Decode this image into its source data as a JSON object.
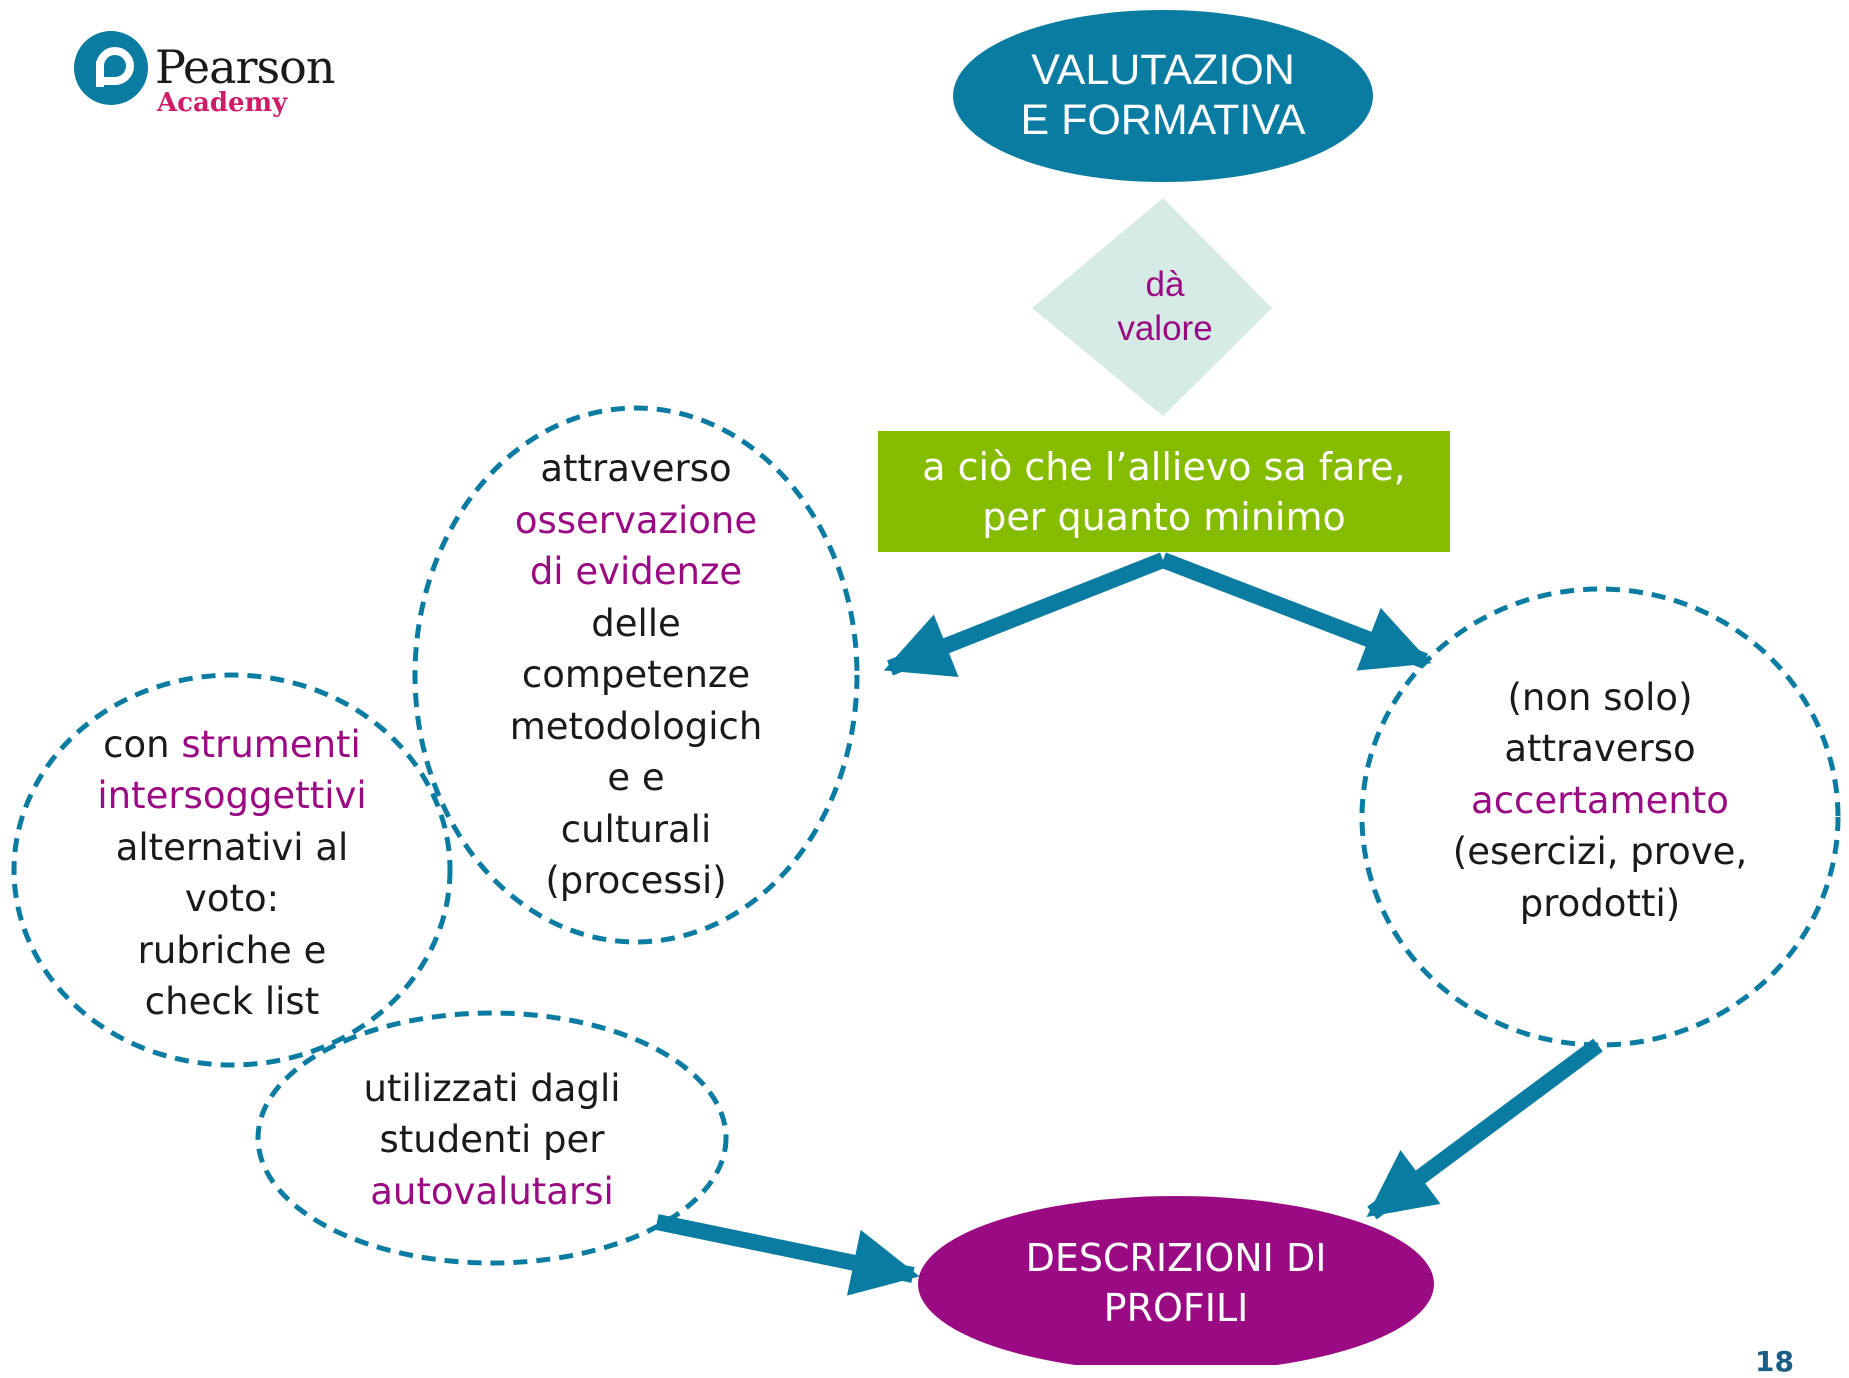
{
  "logo": {
    "word": "Pearson",
    "sub": "Academy"
  },
  "nodes": {
    "valutazione": [
      "VALUTAZION",
      "E FORMATIVA"
    ],
    "da_valore": [
      "dà",
      "valore"
    ],
    "allievo": [
      "a ciò che l’allievo sa fare,",
      "per quanto minimo"
    ],
    "osservazione": {
      "l1": "attraverso",
      "l2": "osservazione",
      "l3a": "di",
      "l3b": "evidenze",
      "rest": [
        "delle",
        "competenze",
        "metodologich",
        "e e",
        "culturali",
        "(processi)"
      ]
    },
    "strumenti": {
      "l1a": "con",
      "l1b": "strumenti",
      "l2": "intersoggettivi",
      "rest": [
        "alternativi al",
        "voto:",
        "rubriche e",
        "check list"
      ]
    },
    "accertamento": {
      "l1": "(non solo)",
      "l2": "attraverso",
      "l3": "accertamento",
      "rest": [
        "(esercizi, prove,",
        "prodotti)"
      ]
    },
    "autovalutarsi": {
      "lines": [
        "utilizzati dagli",
        "studenti per"
      ],
      "hl": "autovalutarsi"
    },
    "descrizioni": [
      "DESCRIZIONI DI",
      "PROFILI"
    ]
  },
  "page_number": "18",
  "colors": {
    "teal": "#0a7ba1",
    "magenta": "#9a0a82",
    "green": "#86bc00",
    "diamond": "#d6ebe5",
    "logo_pink": "#d01c68"
  }
}
